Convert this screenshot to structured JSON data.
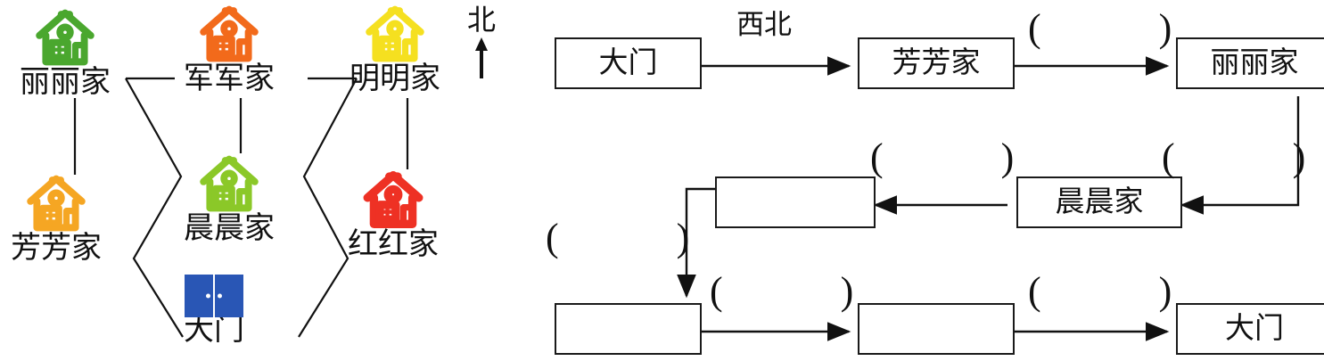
{
  "map": {
    "compass": {
      "label": "北",
      "icon": "north-arrow-icon"
    },
    "nodes": [
      {
        "id": "lili",
        "label": "丽丽家",
        "icon": "house-icon",
        "color": "#4aa72e"
      },
      {
        "id": "junjun",
        "label": "军军家",
        "icon": "house-icon",
        "color": "#f26a1b"
      },
      {
        "id": "mingming",
        "label": "明明家",
        "icon": "house-icon",
        "color": "#f5e020"
      },
      {
        "id": "fangfang",
        "label": "芳芳家",
        "icon": "house-icon",
        "color": "#f5a623"
      },
      {
        "id": "chenchen",
        "label": "晨晨家",
        "icon": "house-icon",
        "color": "#8bc828"
      },
      {
        "id": "honghong",
        "label": "红红家",
        "icon": "house-icon",
        "color": "#ee3124"
      }
    ],
    "gate": {
      "label": "大门",
      "icon": "gate-icon",
      "color": "#2956b5"
    }
  },
  "flow": {
    "boxes": {
      "b1": "大门",
      "b2": "芳芳家",
      "b3": "丽丽家",
      "b4": "",
      "b5": "晨晨家",
      "b6": "",
      "b7": "",
      "b8": "大门"
    },
    "labels": {
      "l1": "西北",
      "l2": "(            )",
      "l3": "(            )",
      "l4": "(            )",
      "l5": "(            )",
      "l6": "(            )",
      "l7": "(            )",
      "l8": "(            )"
    }
  }
}
